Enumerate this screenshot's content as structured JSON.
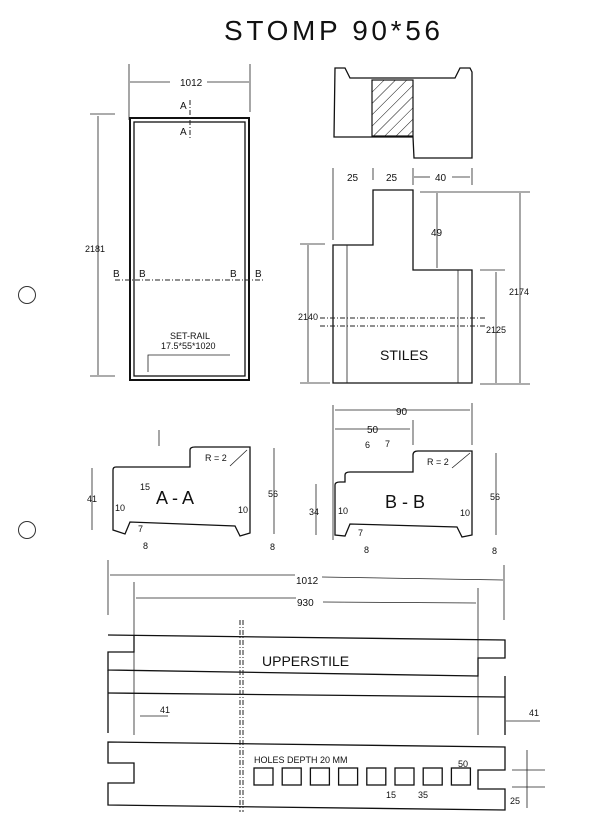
{
  "title": "STOMP 90*56",
  "door_elevation": {
    "width_label": "1012",
    "height_label": "2181",
    "section_a_top": "A",
    "section_a_bottom": "A",
    "section_b_labels": [
      "B",
      "B",
      "B",
      "B"
    ],
    "set_rail_label": "SET-RAIL",
    "set_rail_dims": "17.5*55*1020"
  },
  "stiles": {
    "label": "STILES",
    "dims_top": [
      "25",
      "25",
      "40"
    ],
    "dim_49": "49",
    "dim_2140": "2140",
    "dim_2125": "2125",
    "dim_2174": "2174"
  },
  "section_aa": {
    "label": "A - A",
    "radius": "R = 2",
    "dim_15": "15",
    "dim_41": "41",
    "dim_56": "56",
    "dim_10_left": "10",
    "dim_10_right": "10",
    "dim_7": "7",
    "dim_8_left": "8",
    "dim_8_right": "8"
  },
  "section_bb": {
    "label": "B - B",
    "radius": "R = 2",
    "dim_90": "90",
    "dim_50": "50",
    "dim_6": "6",
    "dim_7_top": "7",
    "dim_34": "34",
    "dim_56": "56",
    "dim_10_left": "10",
    "dim_10_right": "10",
    "dim_7": "7",
    "dim_8_left": "8",
    "dim_8_right": "8"
  },
  "upperstile": {
    "label": "UPPERSTILE",
    "dim_1012": "1012",
    "dim_930": "930",
    "dim_41_left": "41",
    "dim_41_right": "41",
    "holes_note": "HOLES DEPTH 20 MM",
    "hole_count": 8,
    "dim_50": "50",
    "dim_15": "15",
    "dim_35": "35",
    "dim_25": "25"
  }
}
